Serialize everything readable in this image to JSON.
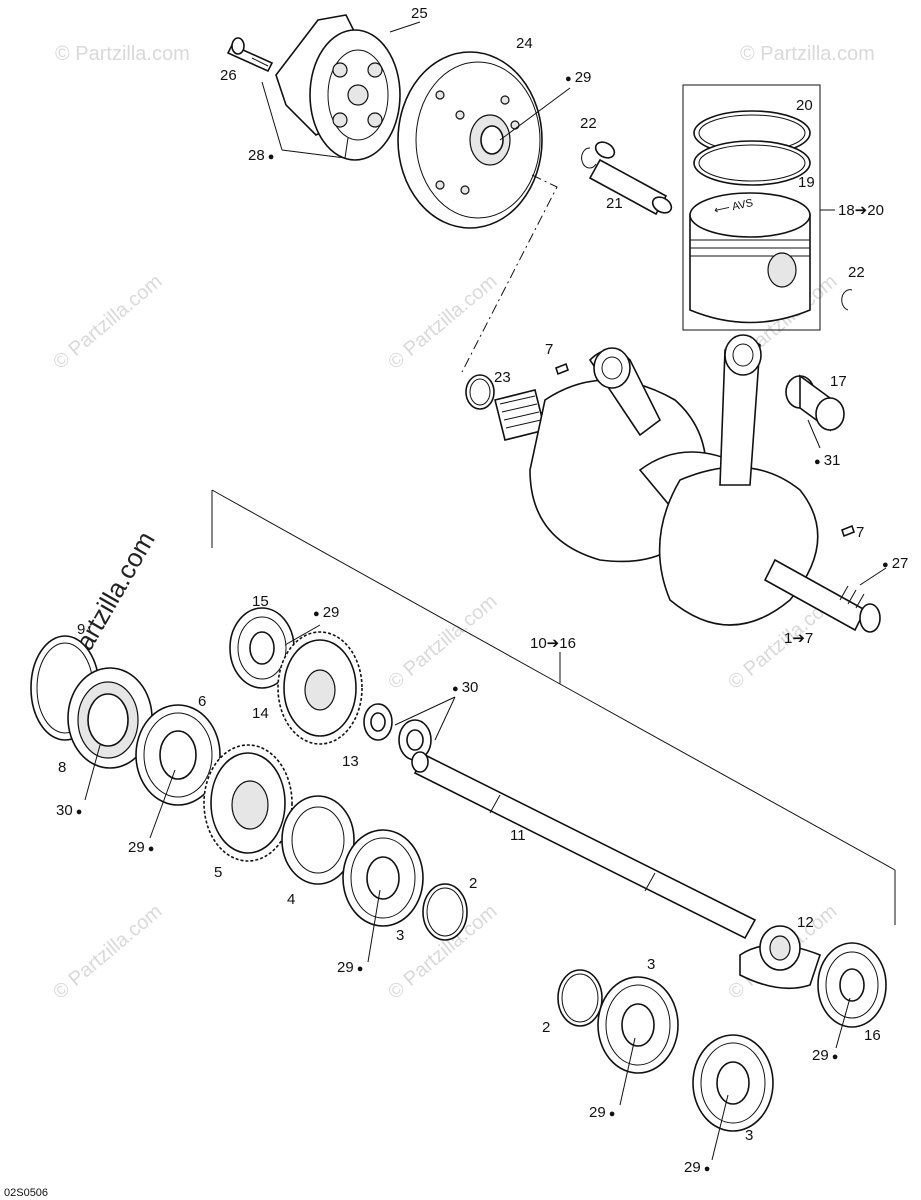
{
  "watermark": {
    "text": "© Partzilla.com"
  },
  "corner_code": "02S0506",
  "callouts": [
    {
      "id": "c25",
      "text": "25",
      "oil": false
    },
    {
      "id": "c24",
      "text": "24",
      "oil": false
    },
    {
      "id": "c26",
      "text": "26",
      "oil": false
    },
    {
      "id": "c29a",
      "text": "29",
      "oil": true
    },
    {
      "id": "c22a",
      "text": "22",
      "oil": false
    },
    {
      "id": "c20",
      "text": "20",
      "oil": false
    },
    {
      "id": "c28",
      "text": "28",
      "oil": true
    },
    {
      "id": "c19",
      "text": "19",
      "oil": false
    },
    {
      "id": "c21",
      "text": "21",
      "oil": false
    },
    {
      "id": "c18",
      "text": "18➔20",
      "oil": false
    },
    {
      "id": "c22b",
      "text": "22",
      "oil": false
    },
    {
      "id": "c7a",
      "text": "7",
      "oil": false
    },
    {
      "id": "c23",
      "text": "23",
      "oil": false
    },
    {
      "id": "c17",
      "text": "17",
      "oil": false
    },
    {
      "id": "c31",
      "text": "31",
      "oil": true
    },
    {
      "id": "c7b",
      "text": "7",
      "oil": false
    },
    {
      "id": "c27",
      "text": "27",
      "oil": true
    },
    {
      "id": "c9",
      "text": "9",
      "oil": false
    },
    {
      "id": "c15",
      "text": "15",
      "oil": false
    },
    {
      "id": "c29b",
      "text": "29",
      "oil": true
    },
    {
      "id": "c10",
      "text": "10➔16",
      "oil": false
    },
    {
      "id": "c1",
      "text": "1➔7",
      "oil": false
    },
    {
      "id": "c30a",
      "text": "30",
      "oil": true
    },
    {
      "id": "c6",
      "text": "6",
      "oil": false
    },
    {
      "id": "c14",
      "text": "14",
      "oil": false
    },
    {
      "id": "c8",
      "text": "8",
      "oil": false
    },
    {
      "id": "c13",
      "text": "13",
      "oil": false
    },
    {
      "id": "c30b",
      "text": "30",
      "oil": true
    },
    {
      "id": "c29c",
      "text": "29",
      "oil": true
    },
    {
      "id": "c11",
      "text": "11",
      "oil": false
    },
    {
      "id": "c5",
      "text": "5",
      "oil": false
    },
    {
      "id": "c2a",
      "text": "2",
      "oil": false
    },
    {
      "id": "c4",
      "text": "4",
      "oil": false
    },
    {
      "id": "c3a",
      "text": "3",
      "oil": false
    },
    {
      "id": "c12",
      "text": "12",
      "oil": false
    },
    {
      "id": "c29d",
      "text": "29",
      "oil": true
    },
    {
      "id": "c3b",
      "text": "3",
      "oil": false
    },
    {
      "id": "c2b",
      "text": "2",
      "oil": false
    },
    {
      "id": "c16",
      "text": "16",
      "oil": false
    },
    {
      "id": "c29e",
      "text": "29",
      "oil": true
    },
    {
      "id": "c29f",
      "text": "29",
      "oil": true
    },
    {
      "id": "c3c",
      "text": "3",
      "oil": false
    },
    {
      "id": "c29g",
      "text": "29",
      "oil": true
    }
  ]
}
